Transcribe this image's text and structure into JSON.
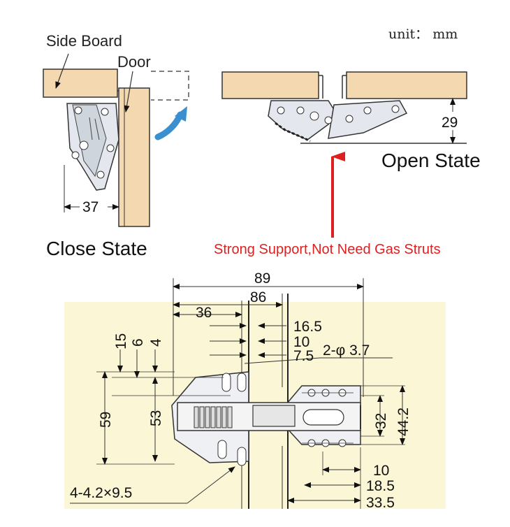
{
  "unit_label": "unit： mm",
  "labels": {
    "side_board": "Side Board",
    "door": "Door",
    "open_state": "Open State",
    "close_state": "Close State",
    "support_note": "Strong Support,Not Need Gas Struts"
  },
  "dimensions": {
    "close_37": "37",
    "open_29": "29",
    "d89": "89",
    "d86": "86",
    "d36": "36",
    "d16_5": "16.5",
    "d10_top": "10",
    "d7_5": "7.5",
    "hole": "2-φ 3.7",
    "v15": "15",
    "v6": "6",
    "v4": "4",
    "v59": "59",
    "v53": "53",
    "v32": "32",
    "v44_2": "44.2",
    "slot": "4-4.2×9.5",
    "d10_bottom": "10",
    "d18_5": "18.5",
    "d33_5": "33.5"
  },
  "colors": {
    "wood": "#f4d8b0",
    "drawing_bg": "#fbf6d5",
    "arrow_blue": "#3a8fd0",
    "arrow_red": "#e02020",
    "note_red": "#e02020"
  }
}
